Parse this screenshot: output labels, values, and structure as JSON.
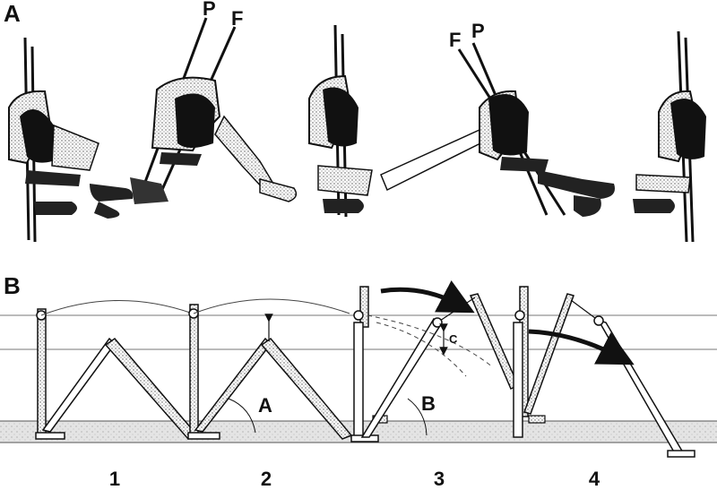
{
  "panels": {
    "a": {
      "label": "A",
      "rod_labels": [
        "P",
        "F",
        "F",
        "P"
      ]
    },
    "b": {
      "label": "B",
      "angle_labels": [
        "A",
        "B"
      ],
      "distance_label": "C",
      "stage_numbers": [
        "1",
        "2",
        "3",
        "4"
      ]
    }
  }
}
